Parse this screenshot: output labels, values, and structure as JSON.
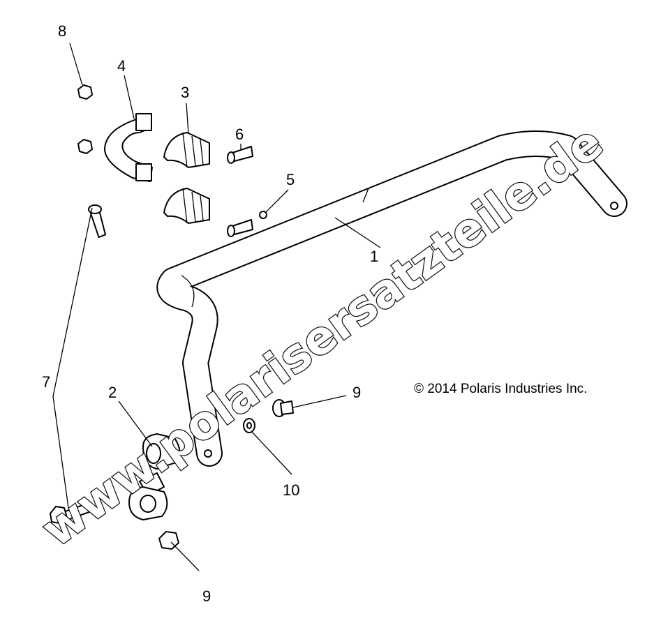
{
  "diagram": {
    "callouts": [
      {
        "id": "1",
        "label": "1"
      },
      {
        "id": "2",
        "label": "2"
      },
      {
        "id": "3",
        "label": "3"
      },
      {
        "id": "4",
        "label": "4"
      },
      {
        "id": "5",
        "label": "5"
      },
      {
        "id": "6",
        "label": "6"
      },
      {
        "id": "7",
        "label": "7"
      },
      {
        "id": "8",
        "label": "8"
      },
      {
        "id": "9a",
        "label": "9"
      },
      {
        "id": "9b",
        "label": "9"
      },
      {
        "id": "10",
        "label": "10"
      }
    ],
    "copyright": "© 2014 Polaris Industries Inc.",
    "watermark": "www.polarisersatzteile.de"
  }
}
